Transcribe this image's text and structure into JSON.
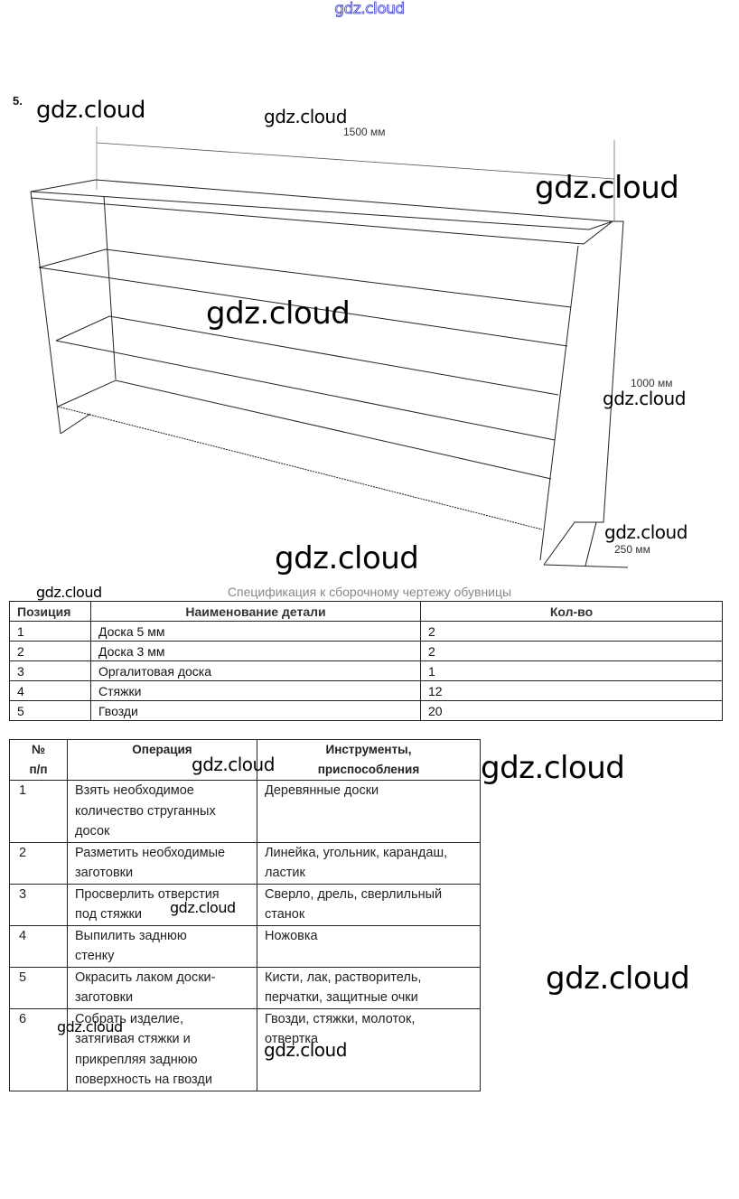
{
  "header": {
    "site_link": "gdz.cloud",
    "task_number": "5."
  },
  "drawing": {
    "subject": "shoe-rack-assembly-drawing",
    "dimensions": {
      "width": "1500 мм",
      "height": "1000 мм",
      "depth": "250 мм"
    }
  },
  "watermarks": [
    "gdz.cloud",
    "gdz.cloud",
    "gdz.cloud",
    "gdz.cloud",
    "gdz.cloud",
    "gdz.cloud",
    "gdz.cloud",
    "gdz.cloud",
    "gdz.cloud",
    "gdz.cloud",
    "gdz.cloud",
    "gdz.cloud",
    "gdz.cloud"
  ],
  "spec_table": {
    "caption": "Спецификация к сборочному чертежу обувницы",
    "headers": [
      "Позиция",
      "Наименование детали",
      "Кол-во"
    ],
    "rows": [
      [
        "1",
        "Доска 5 мм",
        "2"
      ],
      [
        "2",
        "Доска 3 мм",
        "2"
      ],
      [
        "3",
        "Оргалитовая доска",
        "1"
      ],
      [
        "4",
        "Стяжки",
        "12"
      ],
      [
        "5",
        "Гвозди",
        "20"
      ]
    ]
  },
  "ops_table": {
    "headers": [
      [
        "№",
        "п/п"
      ],
      [
        "Операция"
      ],
      [
        "Инструменты,",
        "приспособления"
      ]
    ],
    "rows": [
      {
        "num": "1",
        "operation": [
          "Взять необходимое",
          "количество струганных",
          "досок"
        ],
        "tools": [
          "Деревянные доски"
        ]
      },
      {
        "num": "2",
        "operation": [
          "Разметить необходимые",
          "заготовки"
        ],
        "tools": [
          "Линейка, угольник, карандаш,",
          "ластик"
        ]
      },
      {
        "num": "3",
        "operation": [
          "Просверлить отверстия",
          "под стяжки"
        ],
        "tools": [
          "Сверло, дрель, сверлильный",
          "станок"
        ]
      },
      {
        "num": "4",
        "operation": [
          "Выпилить заднюю",
          "стенку"
        ],
        "tools": [
          "Ножовка"
        ]
      },
      {
        "num": "5",
        "operation": [
          "Окрасить лаком доски-",
          "заготовки"
        ],
        "tools": [
          "Кисти, лак, растворитель,",
          "перчатки, защитные очки"
        ]
      },
      {
        "num": "6",
        "operation": [
          "Собрать изделие,",
          "затягивая стяжки и",
          "прикрепляя заднюю",
          "поверхность на гвозди"
        ],
        "tools": [
          "Гвозди, стяжки, молоток,",
          "отвертка"
        ]
      }
    ]
  },
  "colors": {
    "link": "#3a3ad0",
    "lines": "#222222"
  }
}
